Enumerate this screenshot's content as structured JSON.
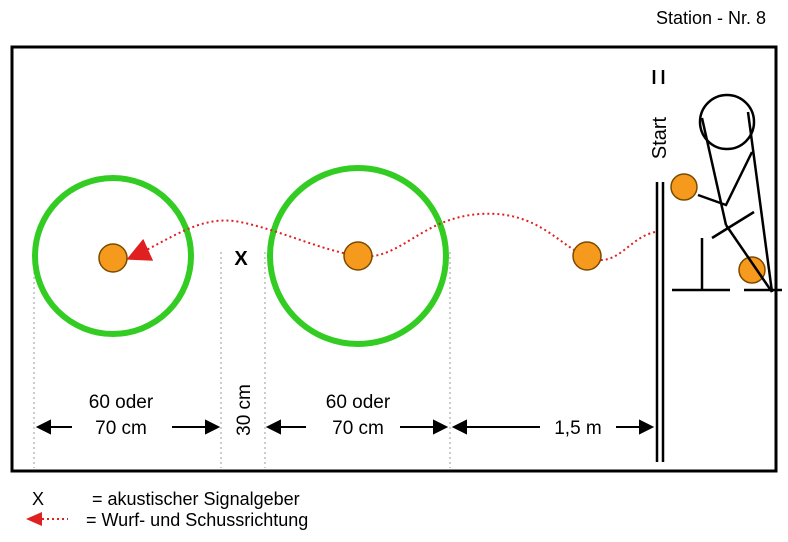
{
  "header": {
    "station_label": "Station - Nr. 8"
  },
  "diagram": {
    "start_label": "Start",
    "signal_marker": "X",
    "dimensions": {
      "left_target_line1": "60 oder",
      "left_target_line2": "70 cm",
      "gap": "30 cm",
      "right_target_line1": "60 oder",
      "right_target_line2": "70 cm",
      "distance_to_start": "1,5 m"
    },
    "colors": {
      "target_ring": "#33cc22",
      "ball_fill": "#f59a1c",
      "trajectory": "#e02020",
      "frame": "#000000"
    }
  },
  "legend": {
    "items": [
      {
        "symbol": "X",
        "text": "= akustischer Signalgeber"
      },
      {
        "symbol": "red-arrow-icon",
        "text": "= Wurf- und Schussrichtung"
      }
    ]
  }
}
